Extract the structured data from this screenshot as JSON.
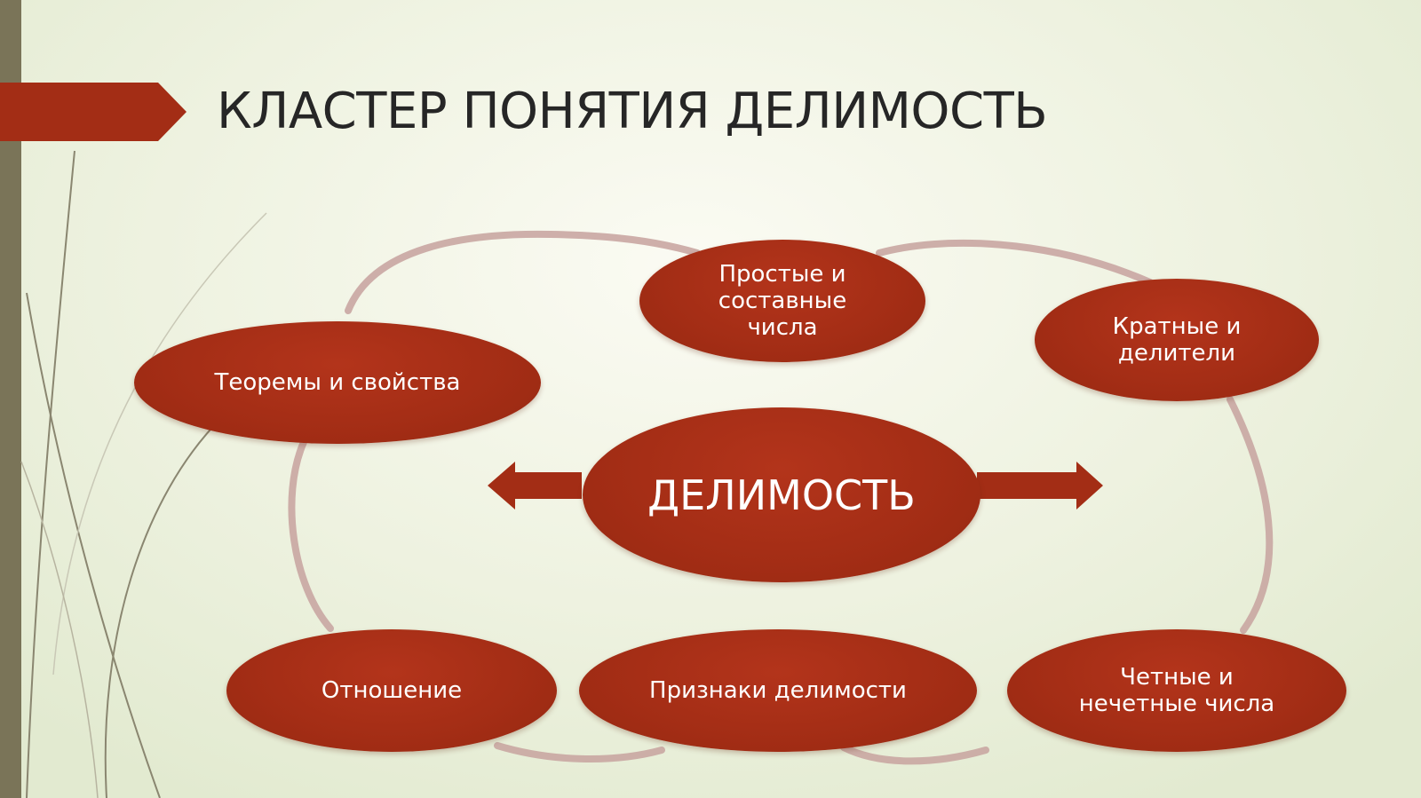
{
  "slide": {
    "title": "КЛАСТЕР ПОНЯТИЯ ДЕЛИМОСТЬ"
  },
  "diagram": {
    "center": "ДЕЛИМОСТЬ",
    "nodes": {
      "prime_composite": "Простые и\nсоставные\nчисла",
      "multiples_divisors": "Кратные и\nделители",
      "theorems": "Теоремы и свойства",
      "relation": "Отношение",
      "divisibility_rules": "Признаки делимости",
      "even_odd": "Четные и\nнечетные числа"
    }
  },
  "colors": {
    "node_fill": "#a32d15",
    "ring": "#c9a6a2",
    "left_stripe": "#7a7458",
    "title_text": "#262626"
  }
}
